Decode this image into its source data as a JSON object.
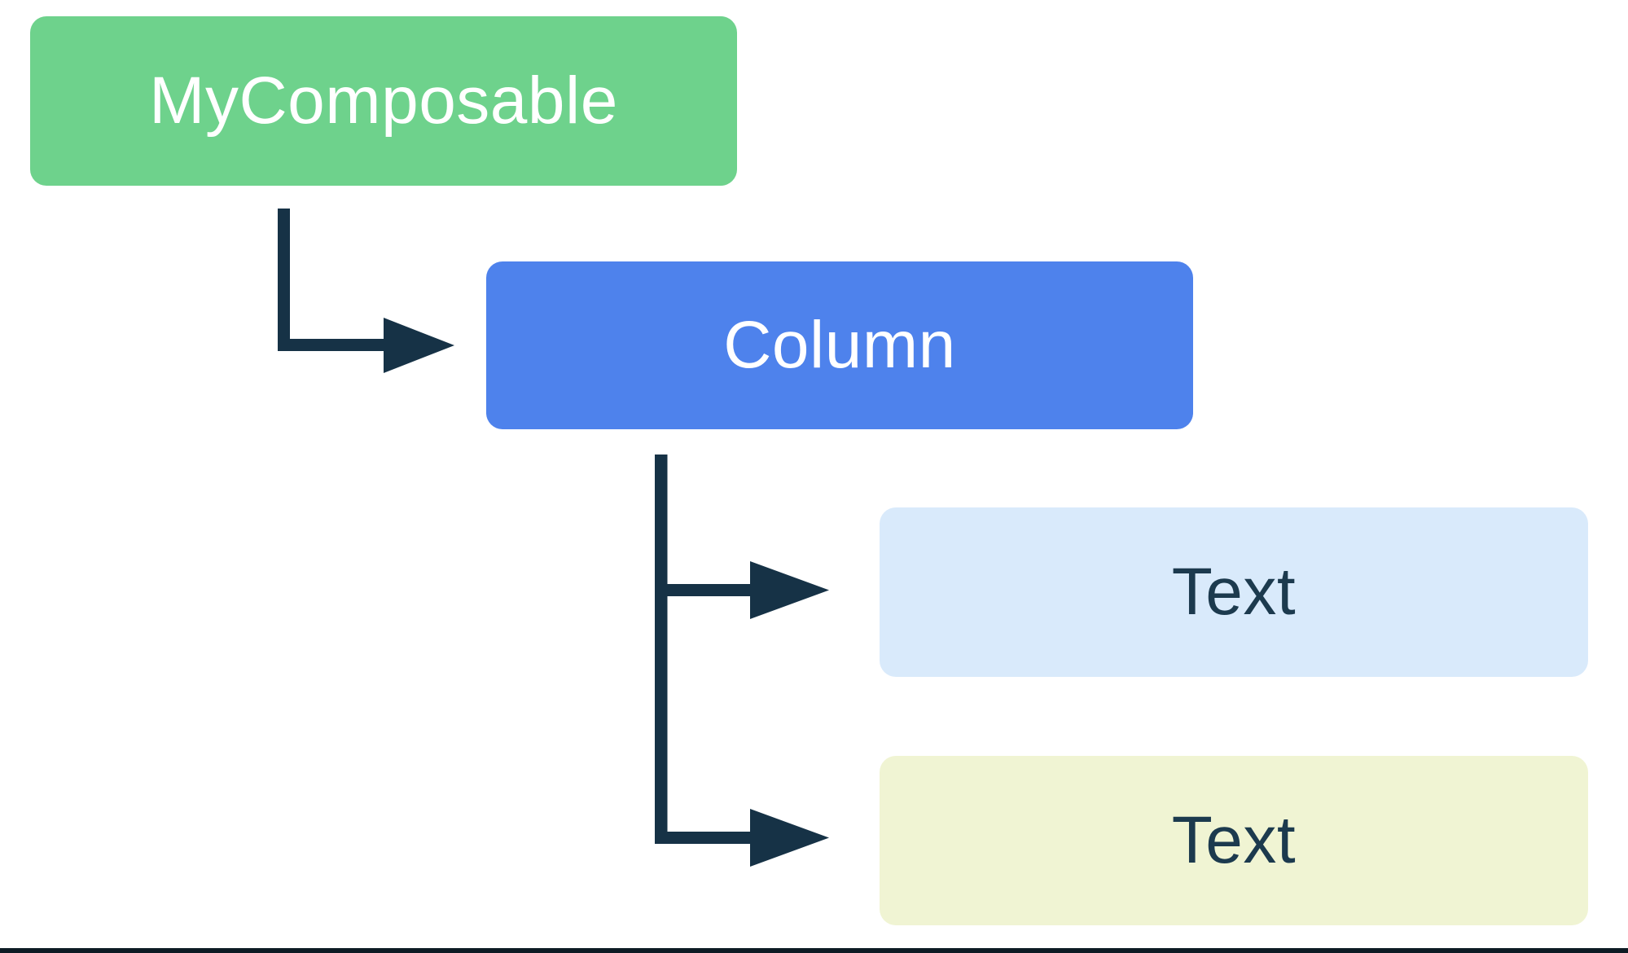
{
  "diagram": {
    "title": "Composable hierarchy diagram",
    "background": "#ffffff",
    "arrow_color": "#163246",
    "bottom_border_color": "#0d1b24",
    "nodes": [
      {
        "id": "mycomposable",
        "label": "MyComposable",
        "fill": "#6ed28c",
        "text_color": "#ffffff"
      },
      {
        "id": "column",
        "label": "Column",
        "fill": "#4e82ec",
        "text_color": "#ffffff"
      },
      {
        "id": "text-1",
        "label": "Text",
        "fill": "#d9eafb",
        "text_color": "#1c3a4e"
      },
      {
        "id": "text-2",
        "label": "Text",
        "fill": "#f0f4d3",
        "text_color": "#1c3a4e"
      }
    ],
    "edges": [
      {
        "from": "MyComposable",
        "to": "Column"
      },
      {
        "from": "Column",
        "to": "Text"
      },
      {
        "from": "Column",
        "to": "Text"
      }
    ]
  }
}
